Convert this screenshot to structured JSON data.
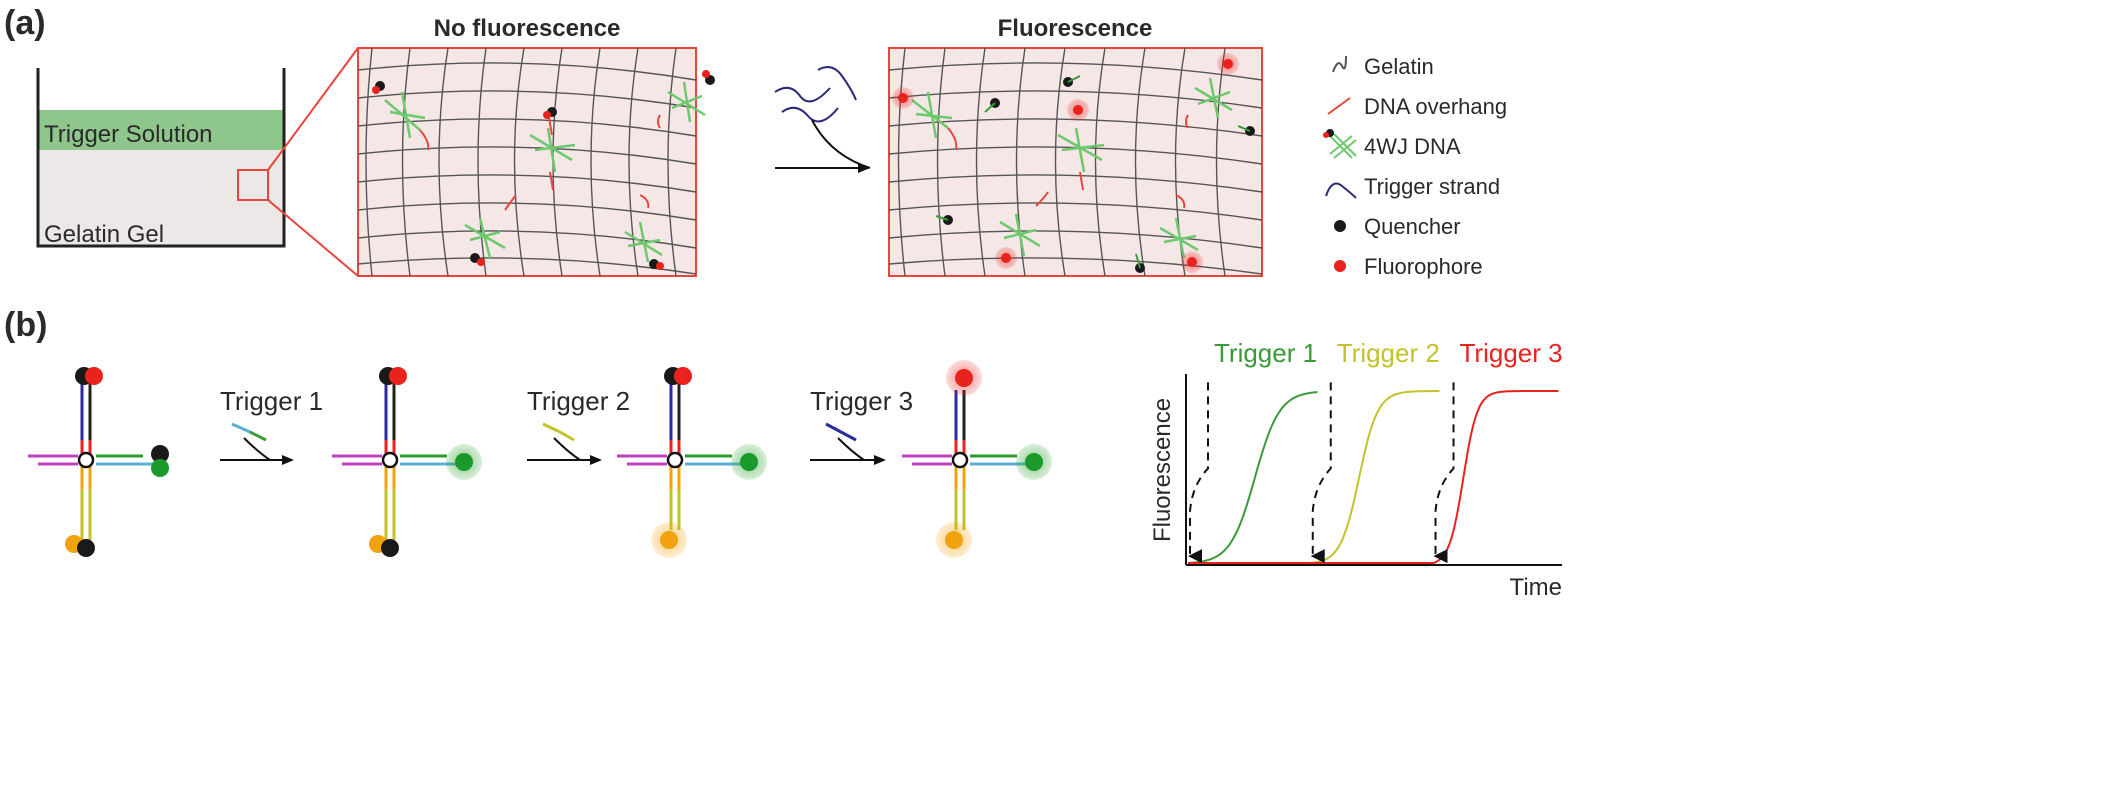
{
  "panel_a": {
    "label": "(a)",
    "beaker": {
      "solution_label": "Trigger Solution",
      "gel_label": "Gelatin Gel"
    },
    "zoom_before_title": "No fluorescence",
    "zoom_after_title": "Fluorescence"
  },
  "legend": {
    "items": [
      {
        "label": "Gelatin",
        "icon": "gelatin-strand-icon"
      },
      {
        "label": "DNA overhang",
        "icon": "overhang-icon"
      },
      {
        "label": "4WJ DNA",
        "icon": "4wj-icon"
      },
      {
        "label": "Trigger strand",
        "icon": "trigger-strand-icon"
      },
      {
        "label": "Quencher",
        "icon": "black-dot-icon"
      },
      {
        "label": "Fluorophore",
        "icon": "red-dot-icon"
      }
    ]
  },
  "panel_b": {
    "label": "(b)",
    "steps": [
      {
        "label": "Trigger 1",
        "color": "#3a9a3a"
      },
      {
        "label": "Trigger 2",
        "color": "#c2c22a"
      },
      {
        "label": "Trigger 3",
        "color": "#e8231e"
      }
    ]
  },
  "colors": {
    "gel_fill": "#ede8e8",
    "solution_fill": "#8fc68c",
    "zoom_box_fill": "#f6e7e7",
    "zoom_border": "#e8453c",
    "gelatin_line": "#555555",
    "dna_green": "#6cc96c",
    "quencher": "#1a1a1a",
    "fluorophore": "#e8231e",
    "fam_green": "#1a9a2a",
    "orange_dye": "#f2a20c"
  },
  "chart_data": {
    "type": "line",
    "xlabel": "Time",
    "ylabel": "Fluorescence",
    "series": [
      {
        "name": "Trigger 1",
        "color": "#3a9a3a",
        "start": 0.0,
        "mid": 0.18,
        "end": 0.33
      },
      {
        "name": "Trigger 2",
        "color": "#c2c22a",
        "start": 0.33,
        "mid": 0.46,
        "end": 0.58
      },
      {
        "name": "Trigger 3",
        "color": "#e8231e",
        "start": 0.66,
        "mid": 0.74,
        "end": 0.85
      }
    ],
    "annotations": [
      "Trigger 1",
      "Trigger 2",
      "Trigger 3"
    ],
    "xlim": [
      0,
      1
    ],
    "ylim": [
      0,
      1
    ],
    "grid": false
  }
}
